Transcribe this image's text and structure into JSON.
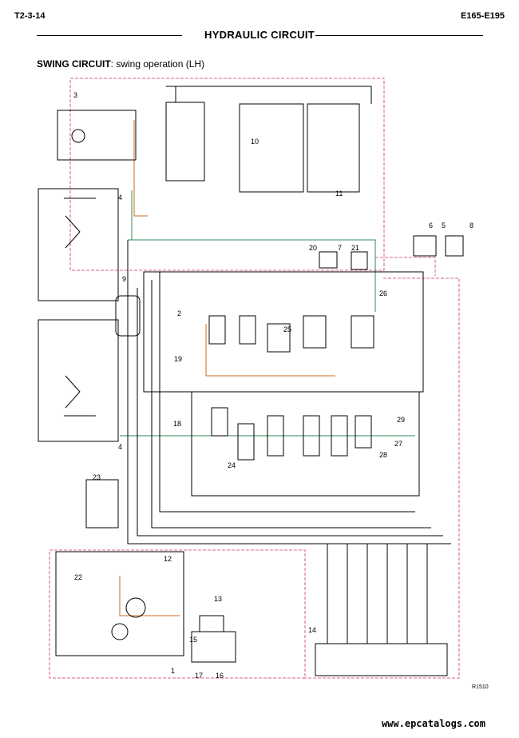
{
  "header": {
    "left": "T2-3-14",
    "right": "E165-E195",
    "title": "HYDRAULIC CIRCUIT"
  },
  "section": {
    "heading": "SWING CIRCUIT",
    "description": ": swing operation (LH)"
  },
  "drawing_code": "R1510",
  "footer": "www.epcatalogs.com",
  "callouts": [
    "1",
    "2",
    "3",
    "4",
    "5",
    "6",
    "7",
    "8",
    "9",
    "10",
    "11",
    "12",
    "13",
    "14",
    "15",
    "16",
    "17",
    "18",
    "19",
    "20",
    "21",
    "22",
    "23",
    "24",
    "25",
    "26",
    "27",
    "28",
    "29"
  ],
  "line_colors": {
    "main": "#000000",
    "pilot": "#d2691e",
    "return": "#2e8b57",
    "drain": "#cc3366"
  }
}
